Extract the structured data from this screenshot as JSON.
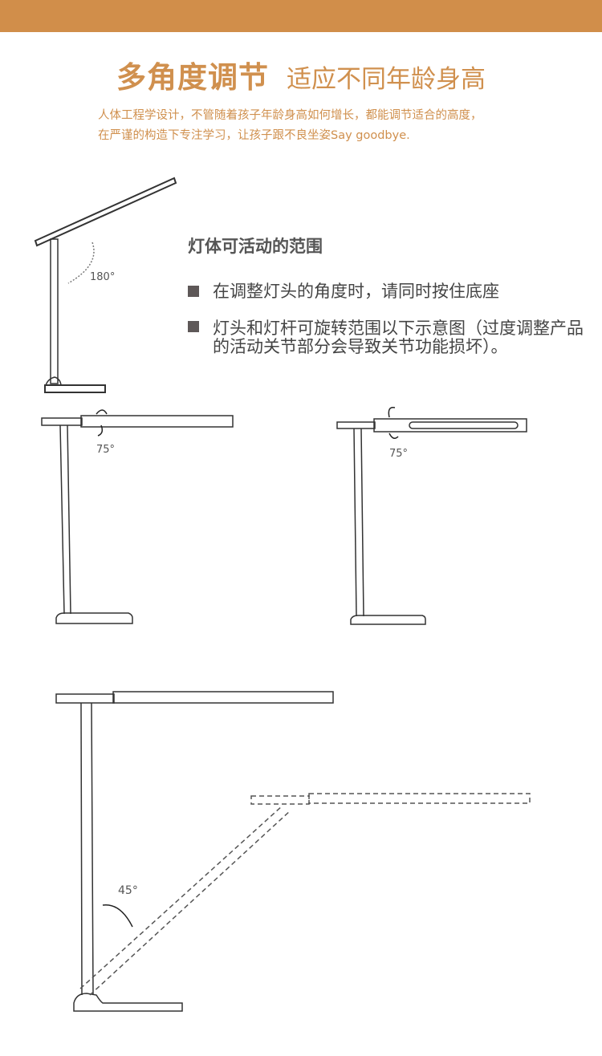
{
  "header": {
    "title_bold": "多角度调节",
    "title_light": "适应不同年龄身高",
    "desc_line1": "人体工程学设计，不管随着孩子年龄身高如何增长，都能调节适合的高度，",
    "desc_line2": "在严谨的构造下专注学习，让孩子跟不良坐姿Say goodbye."
  },
  "info": {
    "heading": "灯体可活动的范围",
    "bullets": [
      "在调整灯头的角度时，请同时按住底座",
      "灯头和灯杆可旋转范围以下示意图（过度调整产品的活动关节部分会导致关节功能损坏）。"
    ]
  },
  "diagrams": {
    "angle_arm": "180°",
    "angle_head_left": "75°",
    "angle_head_right": "75°",
    "angle_tilt": "45°"
  },
  "colors": {
    "accent": "#d18e4a",
    "text": "#444444"
  }
}
